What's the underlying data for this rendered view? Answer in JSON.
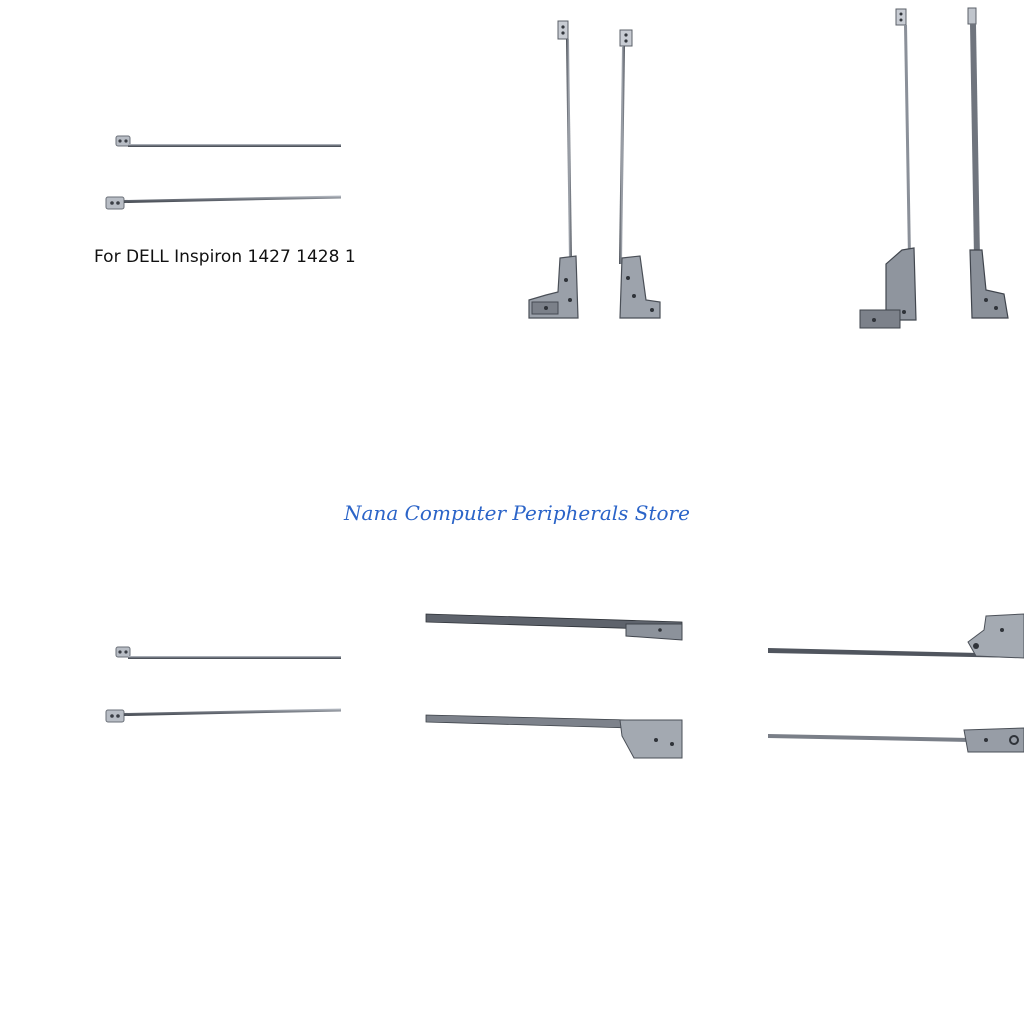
{
  "product": {
    "caption": "For DELL Inspiron 1427 1428 1",
    "store_name": "Nana Computer Peripherals Store"
  },
  "palette": {
    "background": "#ffffff",
    "metal_light": "#b9bec7",
    "metal_mid": "#8e949e",
    "metal_dark": "#4a4f58",
    "store_text": "#2b64c8"
  },
  "photos": [
    {
      "name": "hinge-pair-horizontal-thin",
      "count": 2
    },
    {
      "name": "hinge-pair-vertical-front",
      "count": 2
    },
    {
      "name": "hinge-pair-vertical-angled",
      "count": 2
    },
    {
      "name": "hinge-pair-horizontal-thin-copy",
      "count": 2
    },
    {
      "name": "hinge-rod-closeup-mount",
      "count": 2
    },
    {
      "name": "hinge-bracket-closeup",
      "count": 2
    }
  ]
}
